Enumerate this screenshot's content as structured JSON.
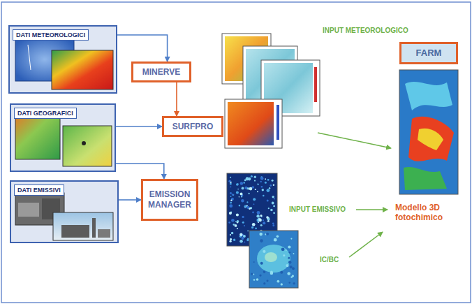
{
  "diagram": {
    "nodes": [
      {
        "text": [
          "DATI METEOROLOGICI"
        ]
      },
      {
        "text": [
          "DATI GEOGRAFICI"
        ]
      },
      {
        "text": [
          "DATI EMISSIVI"
        ]
      },
      {
        "text": [
          "MINERVE"
        ]
      },
      {
        "text": [
          "SURFPRO"
        ]
      },
      {
        "text": [
          "EMISSION MANAGER"
        ]
      },
      {
        "text": [
          "FARM"
        ]
      }
    ],
    "edges": [
      {
        "from": 0,
        "to": 3,
        "arrow": "to"
      },
      {
        "from": 3,
        "to": 4,
        "arrow": "to"
      },
      {
        "from": 1,
        "to": 4,
        "arrow": "to"
      },
      {
        "from": 1,
        "to": 5,
        "arrow": "to"
      },
      {
        "from": 2,
        "to": 5,
        "arrow": "to"
      }
    ],
    "labels": [
      "INPUT METEOROLOGICO",
      "INPUT EMISSIVO",
      "IC/BC",
      "Modello 3D fotochimico"
    ]
  }
}
